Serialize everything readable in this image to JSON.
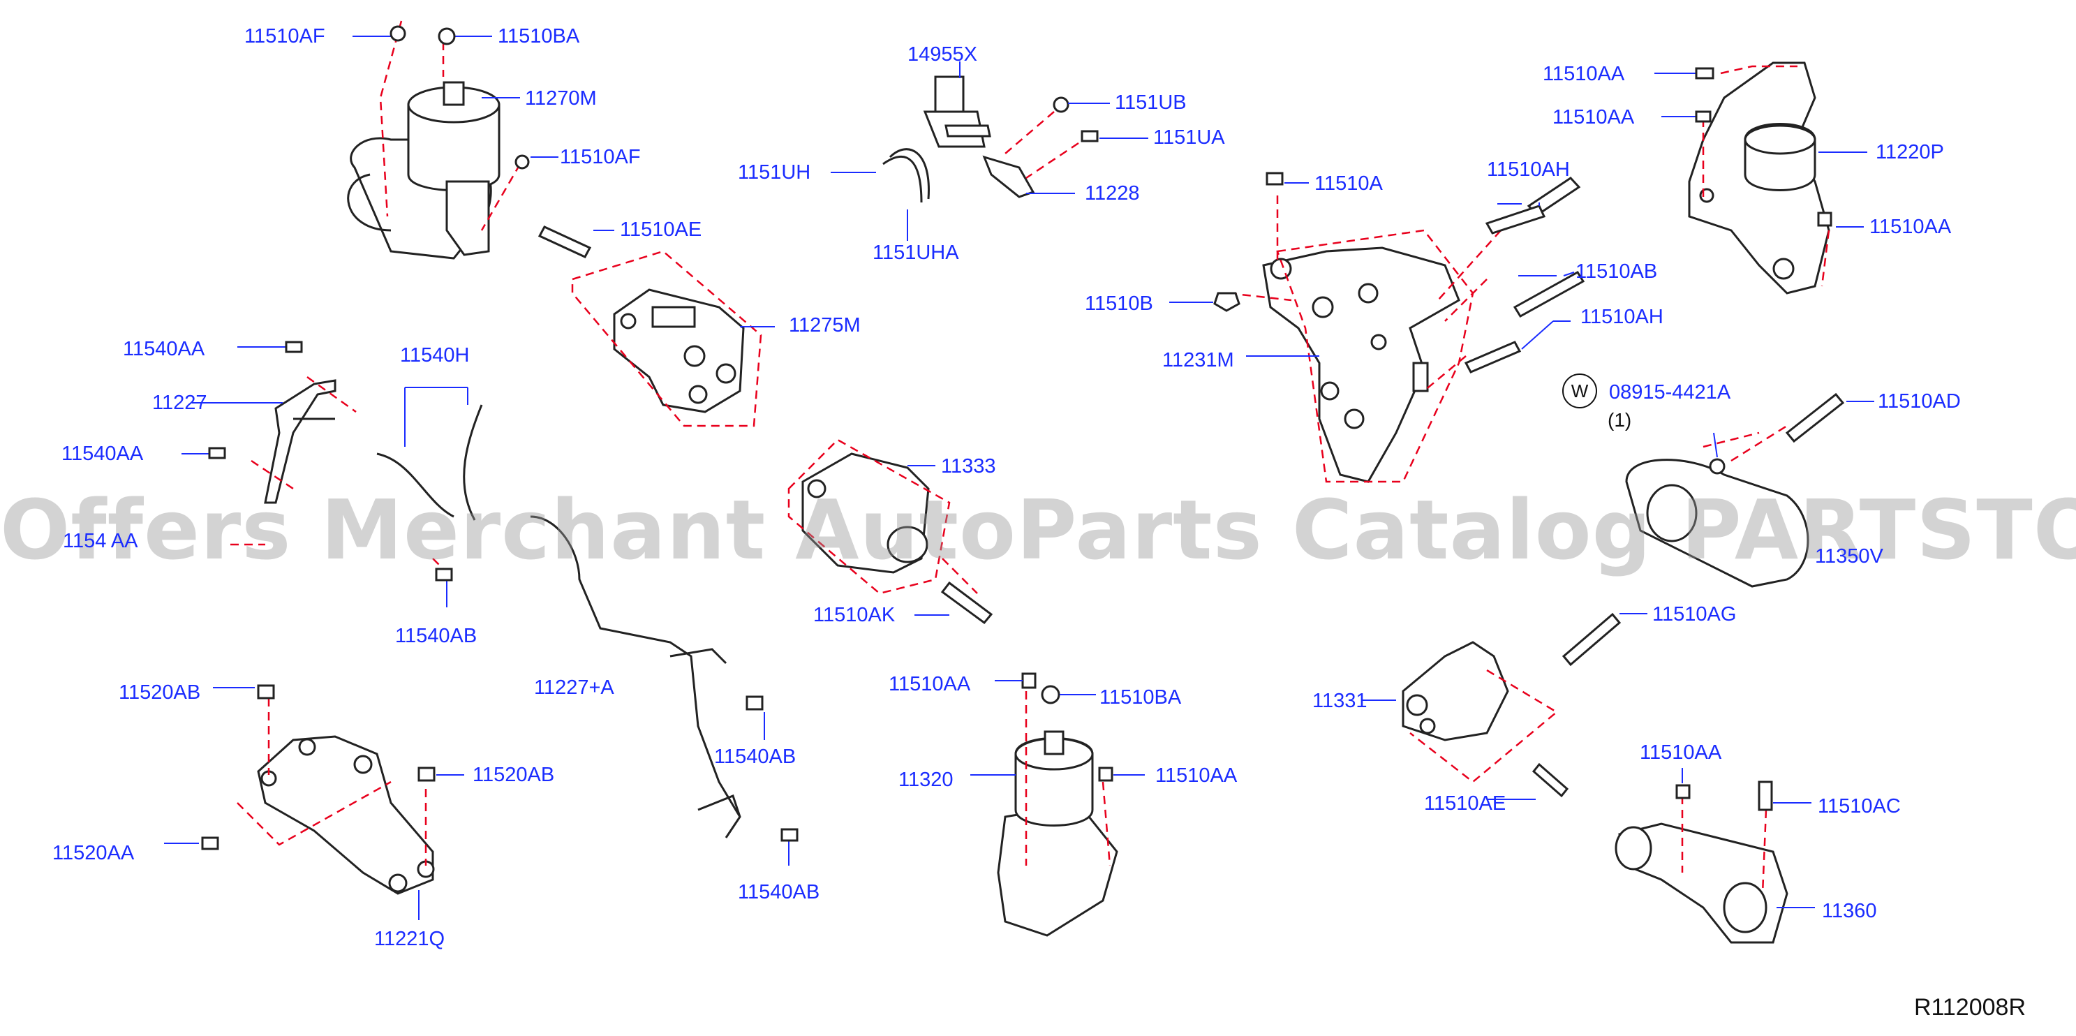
{
  "diagram": {
    "id_code": "R112008R",
    "watermark": "Offers Merchant AutoParts Catalog PARTSTORE.SA",
    "w_symbol": "W",
    "labels": [
      {
        "part": "11510AF"
      },
      {
        "part": "11510BA"
      },
      {
        "part": "11270M"
      },
      {
        "part": "11510AF"
      },
      {
        "part": "14955X"
      },
      {
        "part": "1151UB"
      },
      {
        "part": "1151UA"
      },
      {
        "part": "1151UH"
      },
      {
        "part": "11228"
      },
      {
        "part": "1151UHA"
      },
      {
        "part": "11510AA"
      },
      {
        "part": "11510AA"
      },
      {
        "part": "11220P"
      },
      {
        "part": "11510AA"
      },
      {
        "part": "11510A"
      },
      {
        "part": "11510AH"
      },
      {
        "part": "11510AE"
      },
      {
        "part": "11275M"
      },
      {
        "part": "11510AB"
      },
      {
        "part": "11510B"
      },
      {
        "part": "11510AH"
      },
      {
        "part": "11231M"
      },
      {
        "part": "11540AA"
      },
      {
        "part": "11540H"
      },
      {
        "part": "11227"
      },
      {
        "part": "11540AA"
      },
      {
        "part": "08915-4421A"
      },
      {
        "part": "11510AD"
      },
      {
        "part": "11333"
      },
      {
        "part": "1154 AA"
      },
      {
        "part": "11350V"
      },
      {
        "part": "11540AB"
      },
      {
        "part": "11510AK"
      },
      {
        "part": "11510AG"
      },
      {
        "part": "11520AB"
      },
      {
        "part": "11227+A"
      },
      {
        "part": "11510AA"
      },
      {
        "part": "11510BA"
      },
      {
        "part": "11331"
      },
      {
        "part": "11540AB"
      },
      {
        "part": "11520AB"
      },
      {
        "part": "11320"
      },
      {
        "part": "11510AA"
      },
      {
        "part": "11510AE"
      },
      {
        "part": "11510AA"
      },
      {
        "part": "11520AA"
      },
      {
        "part": "11510AC"
      },
      {
        "part": "11540AB"
      },
      {
        "part": "11360"
      },
      {
        "part": "11221Q"
      }
    ],
    "quantity_note": "(1)"
  }
}
